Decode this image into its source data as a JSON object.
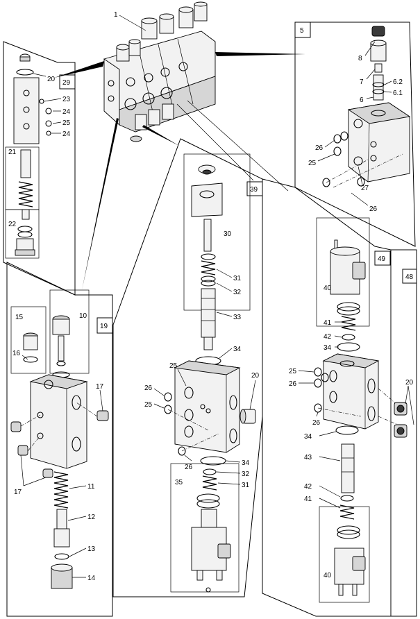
{
  "diagram": {
    "type": "exploded-parts-diagram",
    "boxes": [
      {
        "id": "box-5",
        "label": "5"
      },
      {
        "id": "box-29",
        "label": "29"
      },
      {
        "id": "box-39",
        "label": "39"
      },
      {
        "id": "box-19",
        "label": "19"
      },
      {
        "id": "box-49",
        "label": "49"
      },
      {
        "id": "box-48",
        "label": "48"
      }
    ],
    "callouts": {
      "c1": "1",
      "c8": "8",
      "c7": "7",
      "c62": "6.2",
      "c61": "6.1",
      "c6": "6",
      "c26a": "26",
      "c25a": "25",
      "c27": "27",
      "c26b": "26",
      "c20a": "20",
      "c23": "23",
      "c24a": "24",
      "c25b": "25",
      "c24b": "24",
      "c21": "21",
      "c22": "22",
      "c30": "30",
      "c31a": "31",
      "c32a": "32",
      "c33": "33",
      "c34a": "34",
      "c25c": "25",
      "c26c": "26",
      "c25d": "25",
      "c20b": "20",
      "c26d": "26",
      "c34b": "34",
      "c32b": "32",
      "c31b": "31",
      "c35": "35",
      "c10": "10",
      "c15": "15",
      "c16": "16",
      "c17a": "17",
      "c17b": "17",
      "c11": "11",
      "c12": "12",
      "c13": "13",
      "c14": "14",
      "c40a": "40",
      "c41a": "41",
      "c42a": "42",
      "c34c": "34",
      "c25e": "25",
      "c26e": "26",
      "c26f": "26",
      "c20c": "20",
      "c34d": "34",
      "c43": "43",
      "c42b": "42",
      "c41b": "41",
      "c40b": "40"
    }
  }
}
